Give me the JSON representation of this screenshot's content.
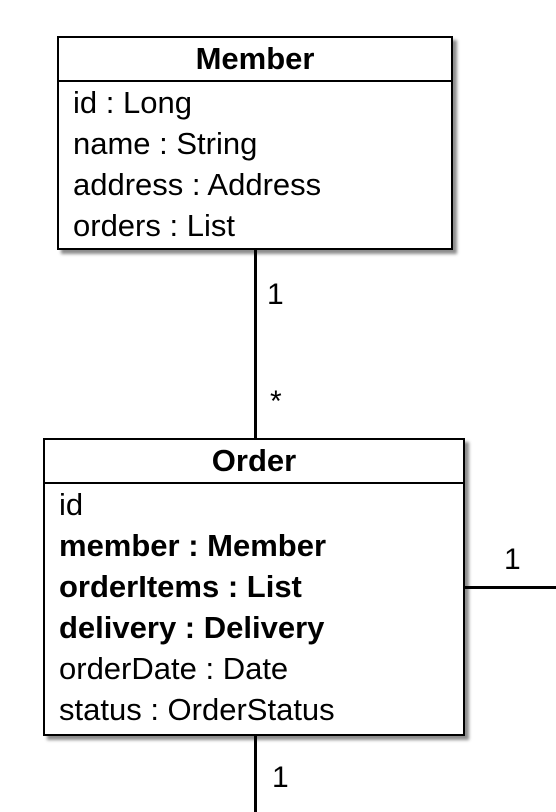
{
  "classes": {
    "member": {
      "name": "Member",
      "attributes": [
        {
          "text": "id : Long",
          "bold": false
        },
        {
          "text": "name : String",
          "bold": false
        },
        {
          "text": "address : Address",
          "bold": false
        },
        {
          "text": "orders : List",
          "bold": false
        }
      ]
    },
    "order": {
      "name": "Order",
      "attributes": [
        {
          "text": "id",
          "bold": false
        },
        {
          "text": "member : Member",
          "bold": true
        },
        {
          "text": "orderItems : List",
          "bold": true
        },
        {
          "text": "delivery : Delivery",
          "bold": true
        },
        {
          "text": "orderDate : Date",
          "bold": false
        },
        {
          "text": "status : OrderStatus",
          "bold": false
        }
      ]
    }
  },
  "associations": {
    "member_order": {
      "member_end": "1",
      "order_end": "*"
    },
    "order_right": {
      "order_end": "1"
    },
    "order_bottom": {
      "order_end": "1"
    }
  }
}
